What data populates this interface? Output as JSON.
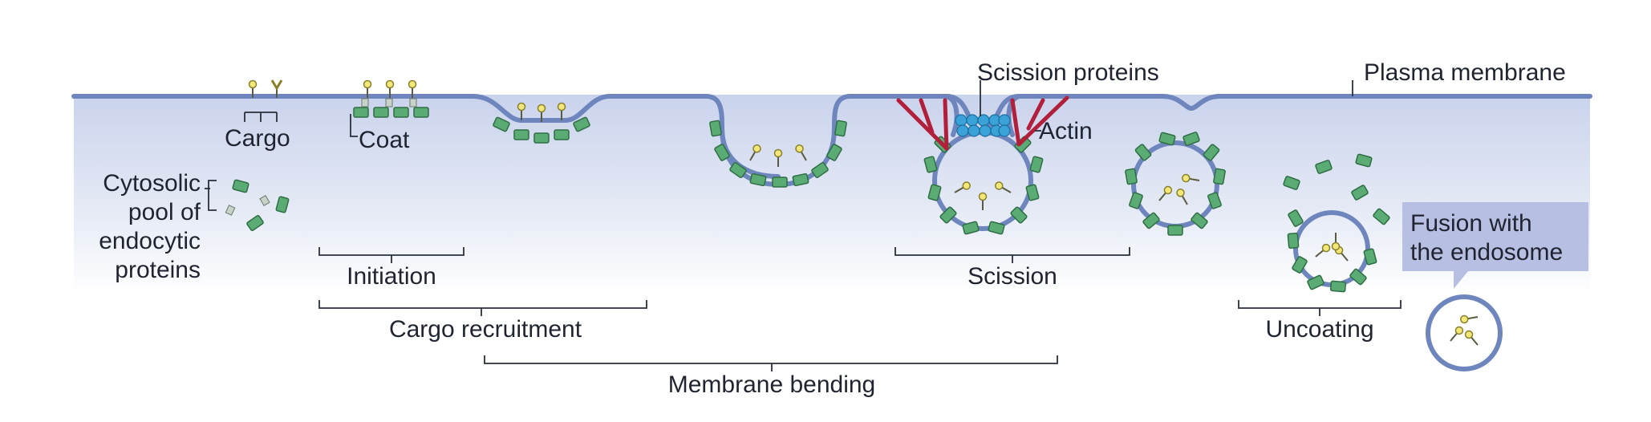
{
  "labels": {
    "cargo": "Cargo",
    "coat": "Coat",
    "cytosolic_pool": [
      "Cytosolic",
      "pool of",
      "endocytic",
      "proteins"
    ],
    "initiation": "Initiation",
    "cargo_recruitment": "Cargo recruitment",
    "membrane_bending": "Membrane bending",
    "scission_proteins": "Scission proteins",
    "actin": "Actin",
    "scission": "Scission",
    "plasma_membrane": "Plasma membrane",
    "uncoating": "Uncoating",
    "fusion_with_endosome": [
      "Fusion with",
      "the endosome"
    ]
  },
  "colors": {
    "membrane": "#6e86bd",
    "coat_protein": "#5bab74",
    "cargo": "#f2e87a",
    "actin": "#b21f3a",
    "scission_protein": "#3aa2d6",
    "callout_box": "#b7bfe3",
    "cytosol_gradient_top": "#c9d3ec"
  }
}
